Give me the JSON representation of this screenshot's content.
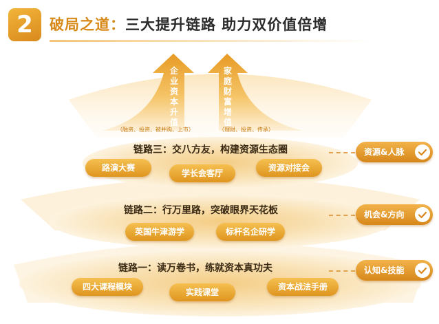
{
  "header": {
    "number": "2",
    "title_prefix": "破局之道：",
    "title_main": "三大提升链路  助力双价值倍增"
  },
  "arrows": {
    "left": {
      "label": "企业资本升值",
      "sub": "（融资、投资、被并购、上市）"
    },
    "right": {
      "label": "家庭财富增值",
      "sub": "（理财、投资、传承）"
    }
  },
  "tiers": [
    {
      "title": "链路三：交八方友，构建资源生态圈",
      "pills": [
        "路演大赛",
        "学长会客厅",
        "资源对接会"
      ],
      "badge": "资源&人脉"
    },
    {
      "title": "链路二：行万里路，突破眼界天花板",
      "pills": [
        "英国牛津游学",
        "标杆名企研学"
      ],
      "badge": "机会&方向"
    },
    {
      "title": "链路一：读万卷书，练就资本真功夫",
      "pills": [
        "四大课程模块",
        "实践课堂",
        "资本战法手册"
      ],
      "badge": "认知&技能"
    }
  ],
  "colors": {
    "accent": "#d88a19",
    "badge": "#e19b2a",
    "ellipse": "#f7dba5"
  },
  "icons": {
    "badge_check": "check-circle-icon"
  }
}
